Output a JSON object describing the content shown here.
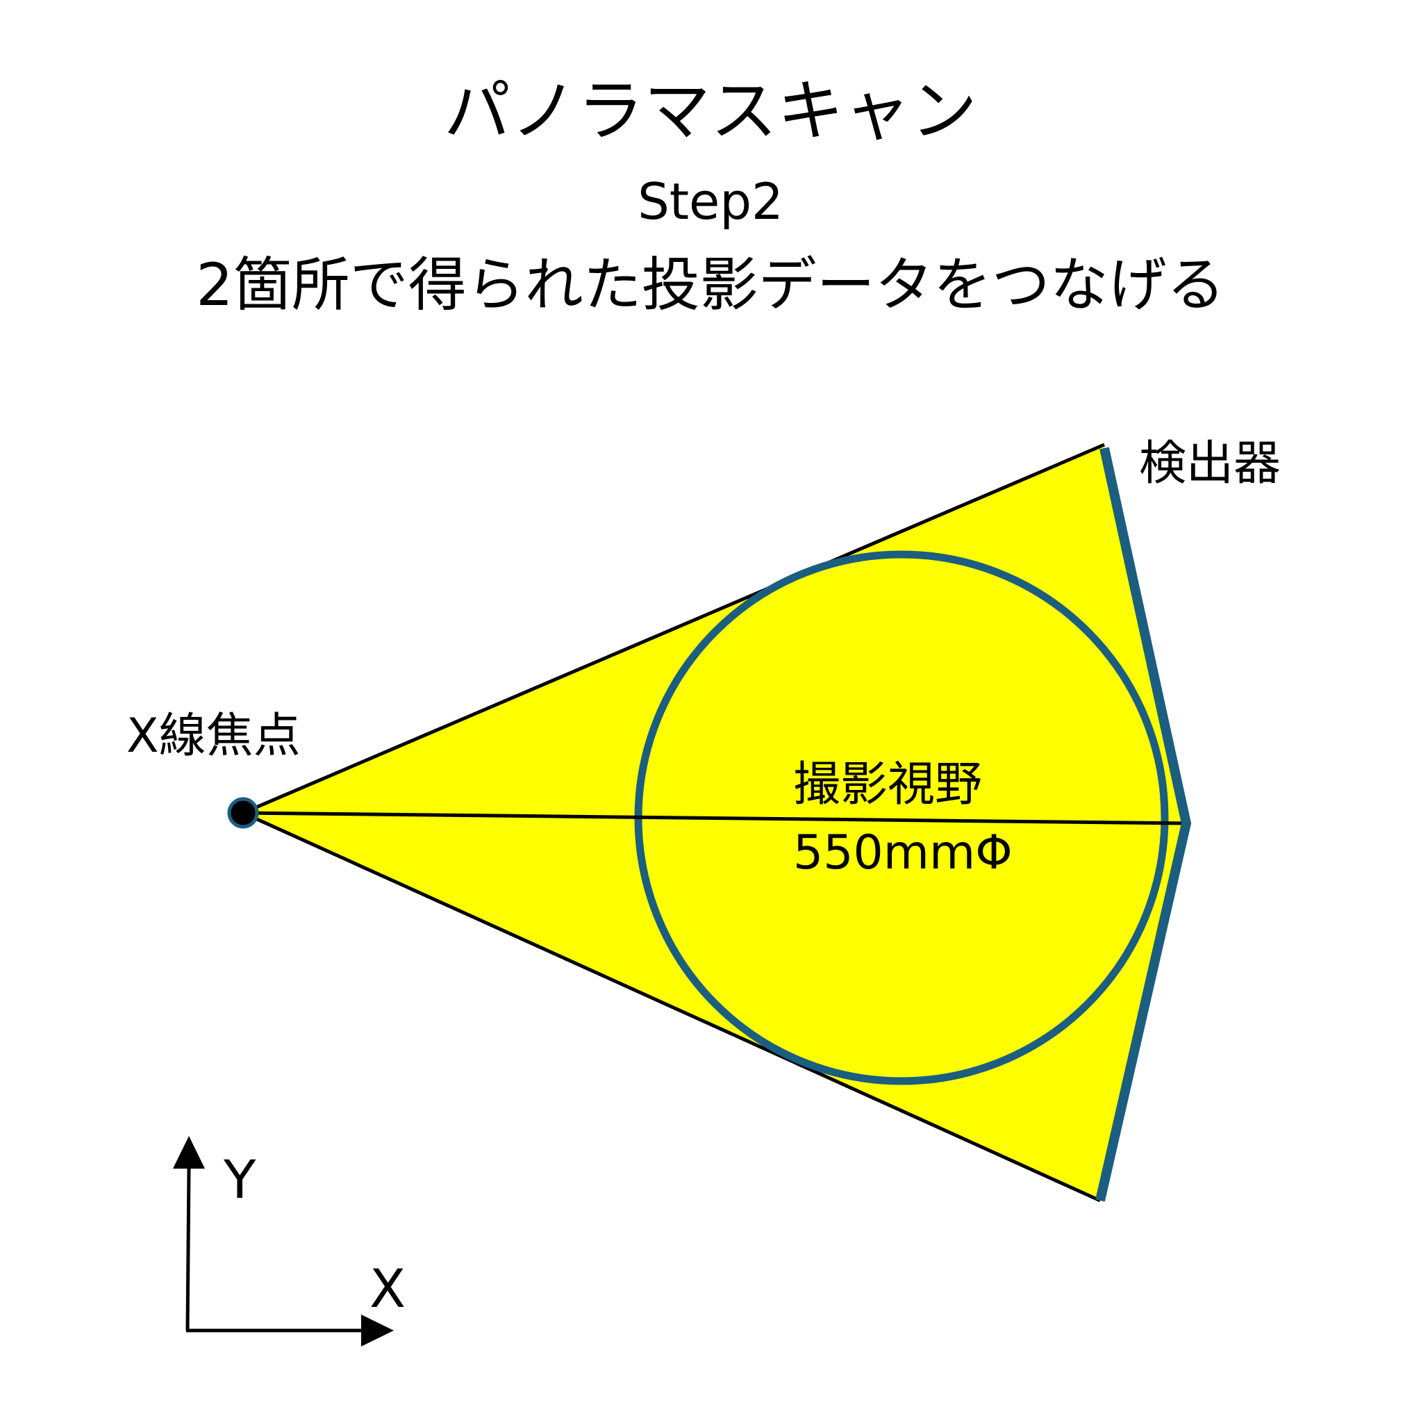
{
  "title": "パノラマスキャン",
  "step": "Step2",
  "description": "2箇所で得られた投影データをつなげる",
  "labels": {
    "detector": "検出器",
    "focus": "X線焦点",
    "fov": "撮影視野",
    "fov_size": "550mmΦ",
    "axis_x": "X",
    "axis_y": "Y"
  },
  "colors": {
    "beam_fill": "#ffff00",
    "outline": "#000000",
    "detector_and_circle": "#1b5e80",
    "background": "#ffffff"
  }
}
